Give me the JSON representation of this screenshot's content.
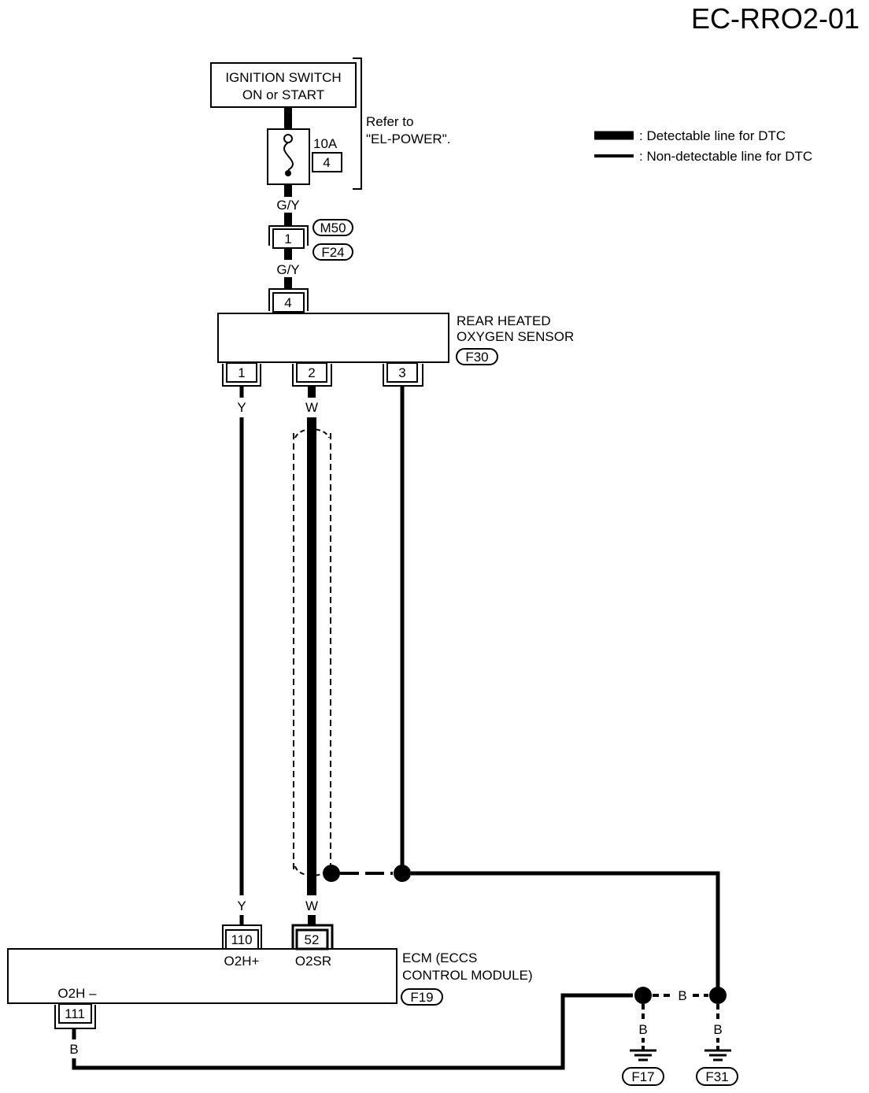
{
  "diagram_id": "EC-RRO2-01",
  "ignition_switch": {
    "line1": "IGNITION SWITCH",
    "line2": "ON or START"
  },
  "refer": {
    "line1": "Refer to",
    "line2": "\"EL-POWER\"."
  },
  "fuse": {
    "rating": "10A",
    "number": "4"
  },
  "legend": {
    "detectable": ": Detectable line for DTC",
    "non_detectable": ": Non-detectable line for DTC"
  },
  "wires": {
    "gy_top": "G/Y",
    "gy_mid": "G/Y",
    "y_top": "Y",
    "w_top": "W",
    "y_bottom": "Y",
    "w_bottom": "W",
    "b_ecm": "B",
    "b_between": "B",
    "b_f17": "B",
    "b_f31": "B"
  },
  "connector_m50": {
    "pin": "1",
    "codes": [
      "M50",
      "F24"
    ]
  },
  "sensor": {
    "line1": "REAR HEATED",
    "line2": "OXYGEN SENSOR",
    "code": "F30",
    "pin_top": "4",
    "pins_bottom": [
      "1",
      "2",
      "3"
    ]
  },
  "ecm": {
    "line1": "ECM (ECCS",
    "line2": "CONTROL MODULE)",
    "code": "F19",
    "pins": [
      {
        "num": "110",
        "label": "O2H+"
      },
      {
        "num": "52",
        "label": "O2SR"
      },
      {
        "num": "111",
        "label": "O2H –"
      }
    ]
  },
  "grounds": [
    "F17",
    "F31"
  ]
}
